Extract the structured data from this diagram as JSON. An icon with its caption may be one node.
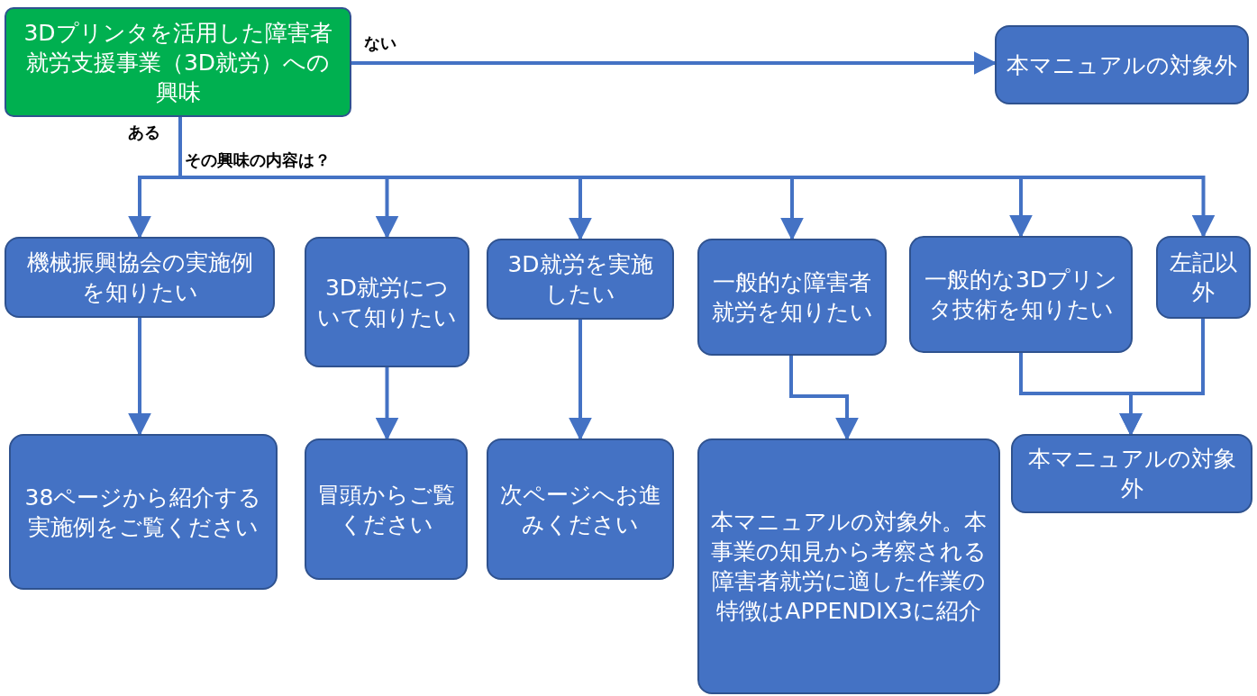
{
  "diagram": {
    "nodes": [
      {
        "text": [
          "3Dプリンタを活用した障害者就労支援事業（3D就労）への興味"
        ]
      },
      {
        "text": [
          "本マニュアルの対象外"
        ]
      },
      {
        "text": [
          "機械振興協会の実施例を知りたい"
        ]
      },
      {
        "text": [
          "3D就労について知りたい"
        ]
      },
      {
        "text": [
          "3D就労を実施したい"
        ]
      },
      {
        "text": [
          "一般的な障害者就労を知りたい"
        ]
      },
      {
        "text": [
          "一般的な3Dプリンタ技術を知りたい"
        ]
      },
      {
        "text": [
          "左記以外"
        ]
      },
      {
        "text": [
          "38ページから紹介する実施例をご覧ください"
        ]
      },
      {
        "text": [
          "冒頭からご覧ください"
        ]
      },
      {
        "text": [
          "次ページへお進みください"
        ]
      },
      {
        "text": [
          "本マニュアルの対象外。本事業の知見から考察される障害者就労に適した作業の特徴はAPPENDIX3に紹介"
        ]
      },
      {
        "text": [
          "本マニュアルの対象外"
        ]
      }
    ],
    "edges": [
      {
        "from": 0,
        "to": 1,
        "arrow": "to",
        "label": "ない"
      },
      {
        "from": 0,
        "to": 2,
        "arrow": "to"
      },
      {
        "from": 0,
        "to": 3,
        "arrow": "to"
      },
      {
        "from": 0,
        "to": 4,
        "arrow": "to"
      },
      {
        "from": 0,
        "to": 5,
        "arrow": "to"
      },
      {
        "from": 0,
        "to": 6,
        "arrow": "to"
      },
      {
        "from": 0,
        "to": 7,
        "arrow": "to"
      },
      {
        "from": 2,
        "to": 8,
        "arrow": "to"
      },
      {
        "from": 3,
        "to": 9,
        "arrow": "to"
      },
      {
        "from": 4,
        "to": 10,
        "arrow": "to"
      },
      {
        "from": 5,
        "to": 11,
        "arrow": "to"
      },
      {
        "from": 6,
        "to": 12,
        "arrow": "to"
      },
      {
        "from": 7,
        "to": 12,
        "arrow": "to"
      }
    ],
    "labels": [
      "ある",
      "その興味の内容は？"
    ]
  }
}
